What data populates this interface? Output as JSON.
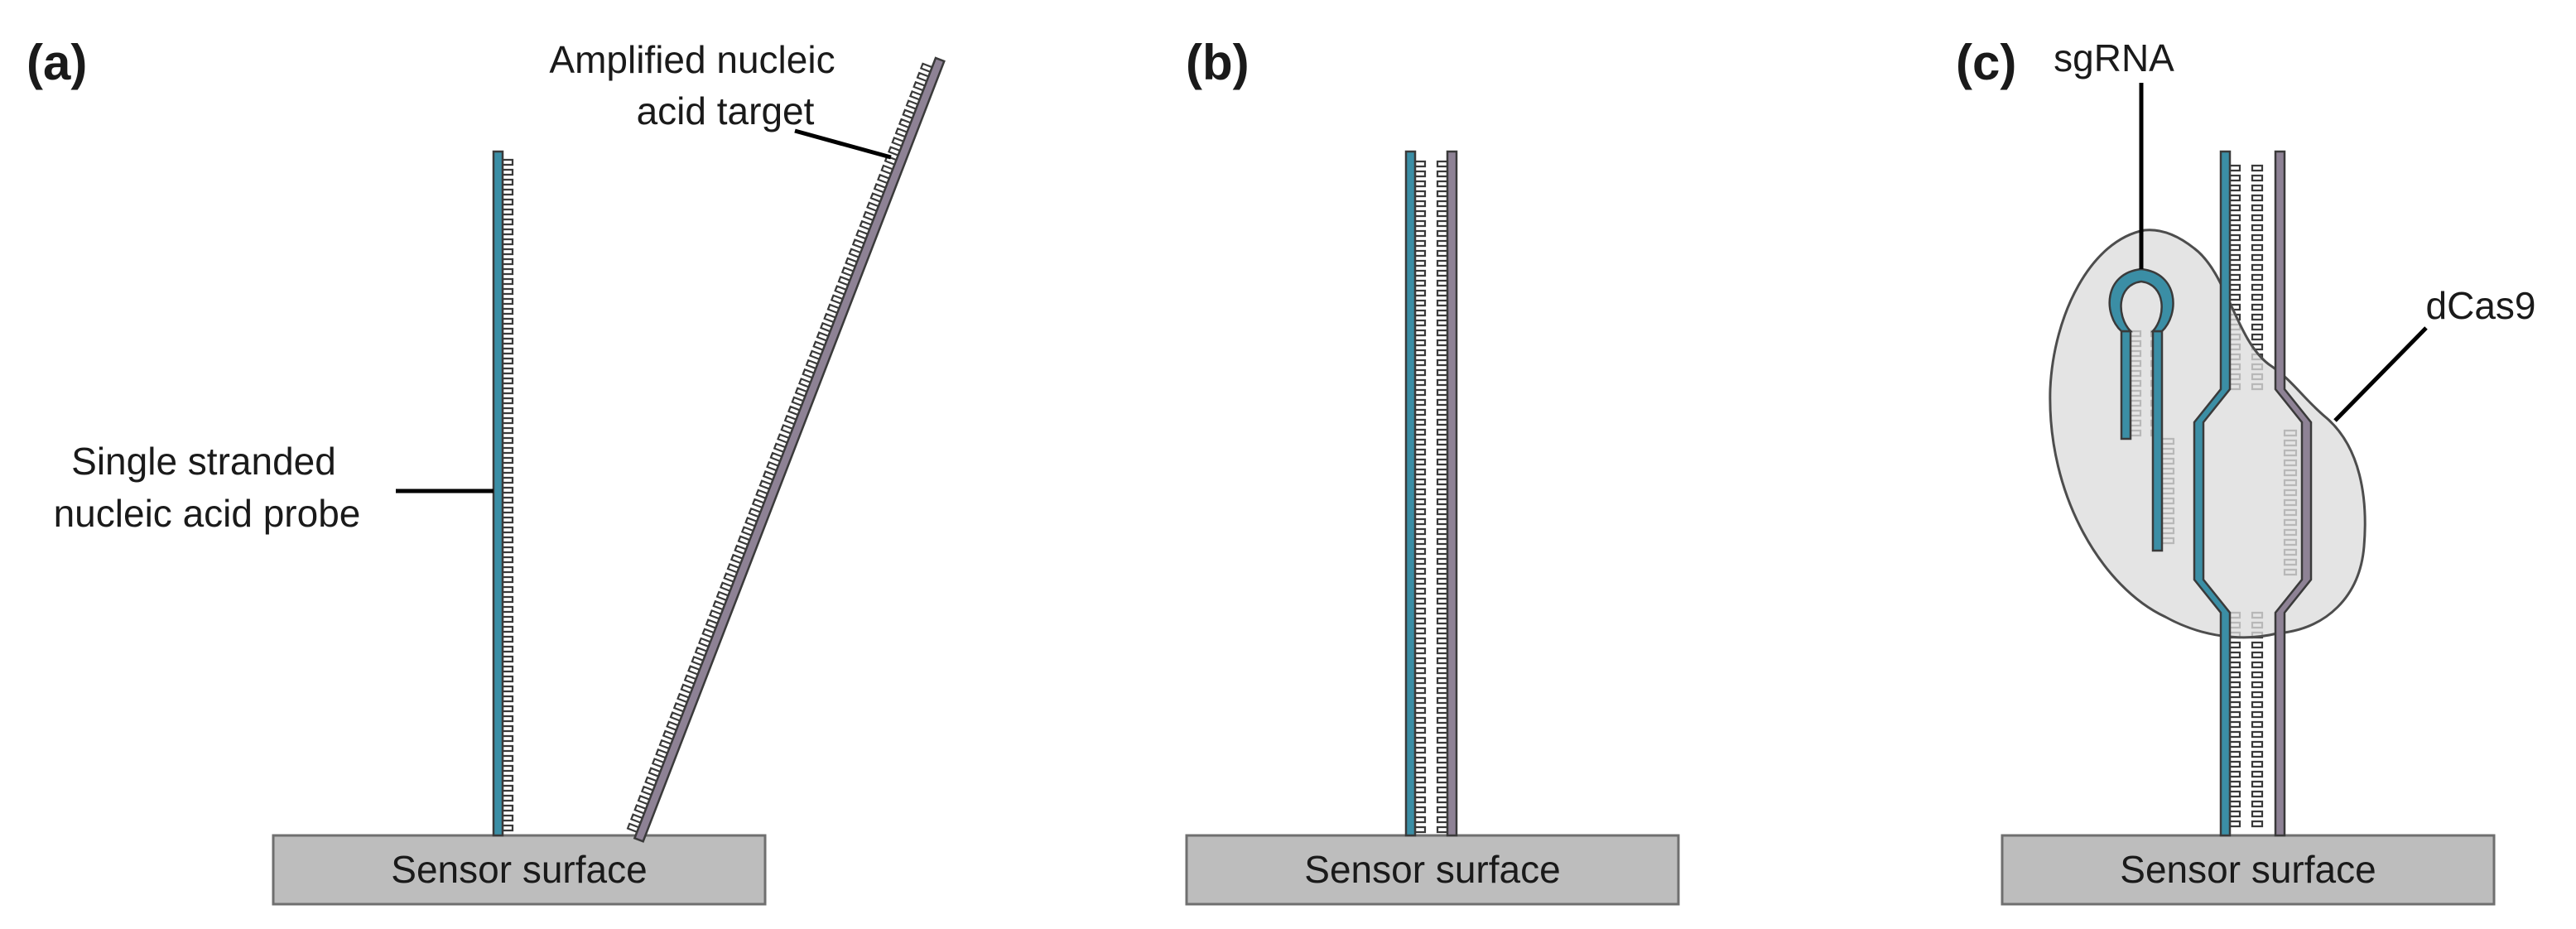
{
  "colors": {
    "probe_strand": "#3b8ea5",
    "target_strand": "#8e8295",
    "dcas9_body": "#dcdddd",
    "sensor_surface": "#bdbdbd"
  },
  "panels": [
    {
      "label": "(a)",
      "surface_label": "Sensor surface",
      "callouts": [
        {
          "text": [
            "Amplified nucleic",
            "acid target"
          ]
        },
        {
          "text": [
            "Single stranded",
            "nucleic acid probe"
          ]
        }
      ]
    },
    {
      "label": "(b)",
      "surface_label": "Sensor surface",
      "callouts": []
    },
    {
      "label": "(c)",
      "surface_label": "Sensor surface",
      "callouts": [
        {
          "text": [
            "sgRNA"
          ]
        },
        {
          "text": [
            "dCas9"
          ]
        }
      ]
    }
  ]
}
